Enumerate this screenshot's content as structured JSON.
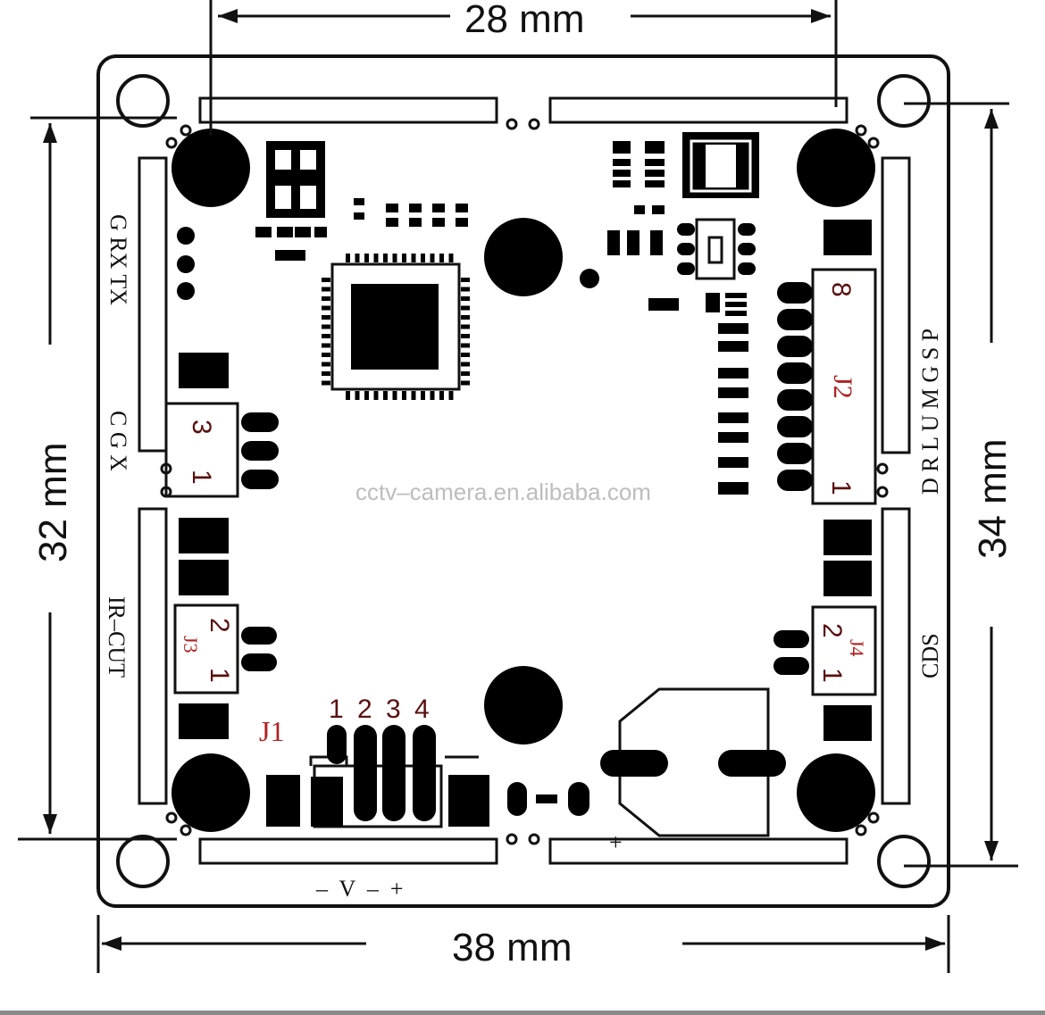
{
  "dimensions": {
    "top": "28 mm",
    "bottom": "38 mm",
    "left": "32 mm",
    "right": "34 mm"
  },
  "silkscreen": {
    "left_top_header": "G RX TX",
    "left_mid_header": "C G X",
    "left_bottom_header": "IR–CUT",
    "right_top_header": "D R L U M G S P",
    "right_bottom_header": "CDS",
    "bottom_header": "–  V  –  +",
    "cap_polarity": "+"
  },
  "connectors": {
    "j1": {
      "label": "J1",
      "pins": [
        "1",
        "2",
        "3",
        "4"
      ]
    },
    "j2": {
      "label": "J2",
      "pin_first": "1",
      "pin_last": "8"
    },
    "j3": {
      "label": "J3",
      "pin_a": "2",
      "pin_b": "1"
    },
    "j4": {
      "label": "J4",
      "pin_a": "2",
      "pin_b": "1"
    },
    "left_3pin": {
      "pin_a": "3",
      "pin_b": "1"
    }
  },
  "watermark": "cctv–camera.en.alibaba.com",
  "colors": {
    "ink": "#111111",
    "label_red": "#b02020",
    "pin_brown": "#5a1010",
    "watermark": "#bdbdbd"
  }
}
